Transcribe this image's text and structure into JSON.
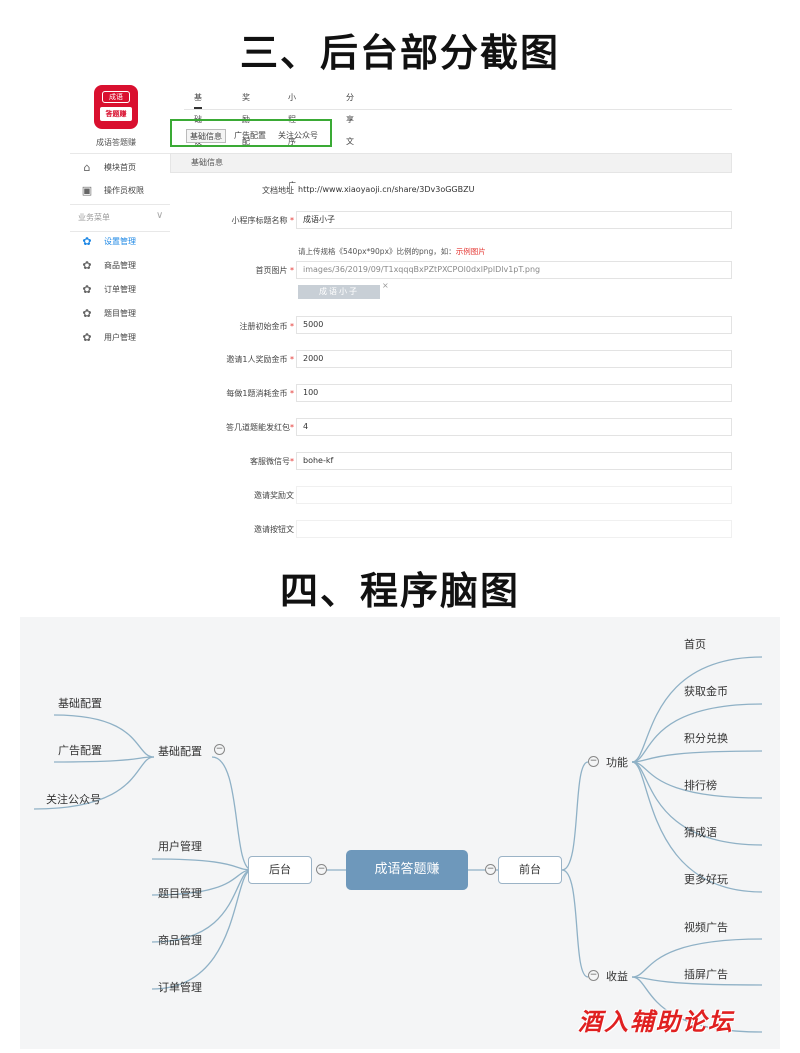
{
  "titles": {
    "backend": "三、后台部分截图",
    "mindmap": "四、程序脑图"
  },
  "admin": {
    "logo": {
      "top": "成语",
      "bottom": "答题赚"
    },
    "app_name": "成语答题赚",
    "menu": {
      "top_items": [
        {
          "label": "模块首页",
          "icon": "home-icon"
        },
        {
          "label": "操作员权限",
          "icon": "user-key-icon"
        }
      ],
      "group_label": "业务菜单",
      "items": [
        {
          "label": "设置管理",
          "icon": "gear-icon",
          "active": true
        },
        {
          "label": "商品管理",
          "icon": "gear-icon"
        },
        {
          "label": "订单管理",
          "icon": "gear-icon"
        },
        {
          "label": "题目管理",
          "icon": "gear-icon"
        },
        {
          "label": "用户管理",
          "icon": "gear-icon"
        }
      ]
    },
    "tabs": [
      "基础设置",
      "奖励配置",
      "小程序推广",
      "分享文案"
    ],
    "subtabs": [
      "基础信息",
      "广告配置",
      "关注公众号"
    ],
    "panel_title": "基础信息",
    "form": {
      "doc_url": {
        "label": "文档地址",
        "value": "http://www.xiaoyaoji.cn/share/3Dv3oGGBZU"
      },
      "app_name": {
        "label": "小程序标题名称",
        "value": "成语小子"
      },
      "home_image": {
        "label": "首页图片",
        "hint": "请上传规格《540px*90px》比例的png，如：",
        "hint_link": "示例图片",
        "path": "images/36/2019/09/T1xqqqBxPZtPXCPOl0dxlPplDlv1pT.png",
        "thumb_text": "成语小子",
        "delete": "×"
      },
      "register_coins": {
        "label": "注册初始金币",
        "value": "5000"
      },
      "invite_reward": {
        "label": "邀请1人奖励金币",
        "value": "2000"
      },
      "question_cost": {
        "label": "每做1题消耗金币",
        "value": "100"
      },
      "red_packet_interval": {
        "label": "答几道题能发红包",
        "value": "4"
      },
      "service_wechat": {
        "label": "客服微信号",
        "value": "bohe-kf"
      },
      "invite_text": {
        "label": "邀请奖励文",
        "value": ""
      },
      "invite_button": {
        "label": "邀请按钮文",
        "value": ""
      }
    }
  },
  "mindmap": {
    "center": "成语答题赚",
    "backend": {
      "label": "后台",
      "children": [
        "用户管理",
        "题目管理",
        "商品管理",
        "订单管理"
      ],
      "config": {
        "label": "基础配置",
        "children": [
          "基础配置",
          "广告配置",
          "关注公众号"
        ]
      }
    },
    "frontend": {
      "label": "前台",
      "features": {
        "label": "功能",
        "children": [
          "首页",
          "获取金币",
          "积分兑换",
          "排行榜",
          "猜成语",
          "更多好玩"
        ]
      },
      "revenue": {
        "label": "收益",
        "children": [
          "视频广告",
          "插屏广告"
        ]
      }
    },
    "collapse_glyph": "−"
  },
  "watermark": "酒入辅助论坛",
  "colors": {
    "accent_blue": "#1e88e5",
    "highlight_green": "#3aaa35",
    "required_red": "#e53935",
    "mindmap_center": "#6e98bb",
    "mindmap_line": "#8fb1c6",
    "logo_red": "#d9102f"
  }
}
